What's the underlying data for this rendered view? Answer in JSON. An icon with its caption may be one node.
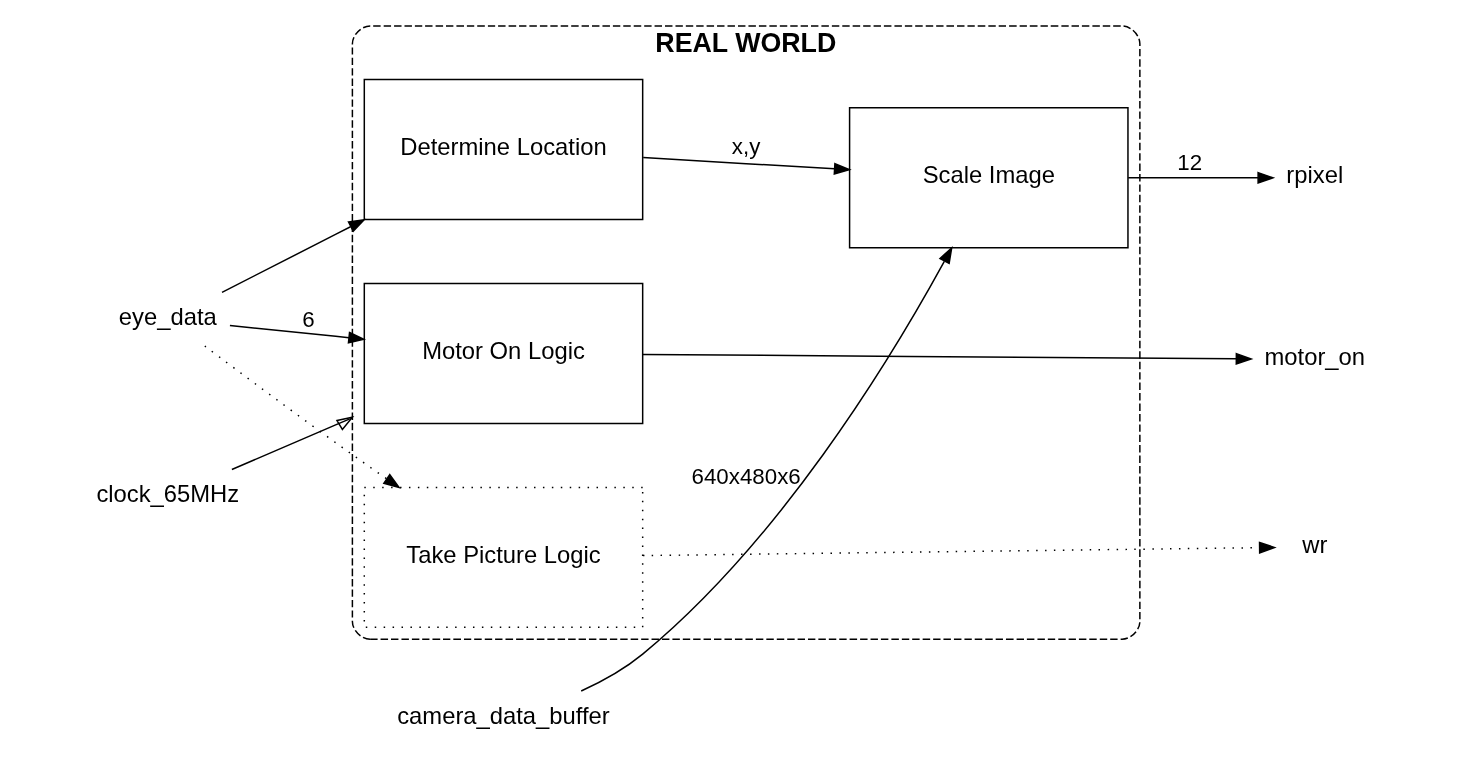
{
  "diagram": {
    "nodes": [
      {
        "text": [
          "REAL WORLD"
        ]
      },
      {
        "text": [
          "camera_data_buffer"
        ]
      },
      {
        "text": [
          "Scale Image"
        ],
        "in": 0
      },
      {
        "text": [
          "Determine Location"
        ],
        "in": 0
      },
      {
        "text": [
          "Motor On Logic"
        ],
        "in": 0
      },
      {
        "text": [
          "Take Picture Logic"
        ],
        "in": 0
      },
      {
        "text": [
          "rpixel"
        ]
      },
      {
        "text": [
          "eye_data"
        ]
      },
      {
        "text": [
          "motor_on"
        ]
      },
      {
        "text": [
          "clock_65MHz"
        ]
      },
      {
        "text": [
          "wr"
        ]
      }
    ],
    "edges": [
      {
        "from": 1,
        "to": 2,
        "arrow": "to",
        "label": "640x480x6"
      },
      {
        "from": 3,
        "to": 2,
        "arrow": "to",
        "label": "x,y"
      },
      {
        "from": 2,
        "to": 6,
        "arrow": "to",
        "label": "12"
      },
      {
        "from": 7,
        "to": 3,
        "arrow": "to"
      },
      {
        "from": 7,
        "to": 4,
        "arrow": "to",
        "label": "6"
      },
      {
        "from": 7,
        "to": 5,
        "arrow": "to",
        "style": "dashed"
      },
      {
        "from": 4,
        "to": 8,
        "arrow": "to"
      },
      {
        "from": 5,
        "to": 10,
        "arrow": "to",
        "style": "dashed"
      },
      {
        "from": 9,
        "to": 0,
        "arrow": "to"
      }
    ]
  }
}
